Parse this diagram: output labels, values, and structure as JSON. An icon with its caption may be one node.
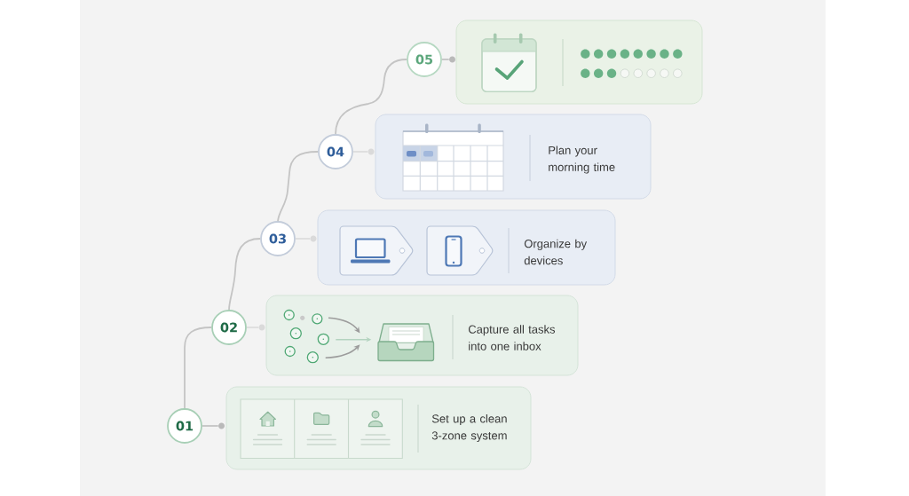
{
  "diagram": {
    "nodes": [
      {
        "text": [
          "01"
        ]
      },
      {
        "text": [],
        "shape": "circle"
      },
      {
        "text": [
          "Set up a clean 3-zone system"
        ]
      },
      {
        "text": [
          "02"
        ]
      },
      {
        "text": [],
        "shape": "circle"
      },
      {
        "text": [
          "Capture all tasks into one inbox"
        ]
      },
      {
        "text": [
          "03"
        ]
      },
      {
        "text": [],
        "shape": "circle"
      },
      {
        "text": [
          "Organize by devices"
        ]
      },
      {
        "text": [
          "04"
        ]
      },
      {
        "text": [],
        "shape": "circle"
      },
      {
        "text": [
          "Plan your morning time"
        ]
      },
      {
        "text": [
          "05"
        ]
      },
      {
        "text": [],
        "shape": "circle"
      },
      {
        "text": [],
        "shape": "box"
      }
    ],
    "edges": [
      {
        "from": 0,
        "to": 3,
        "arrow": "none"
      },
      {
        "from": 3,
        "to": 6,
        "arrow": "none"
      },
      {
        "from": 6,
        "to": 9,
        "arrow": "none"
      },
      {
        "from": 9,
        "to": 12,
        "arrow": "none"
      },
      {
        "from": 0,
        "to": 1,
        "arrow": "none"
      },
      {
        "from": 3,
        "to": 4,
        "arrow": "none",
        "color": "#dddddd"
      },
      {
        "from": 6,
        "to": 7,
        "arrow": "none",
        "color": "#dddddd"
      },
      {
        "from": 9,
        "to": 10,
        "arrow": "none",
        "color": "#dddddd"
      },
      {
        "from": 12,
        "to": 13,
        "arrow": "none"
      }
    ]
  }
}
